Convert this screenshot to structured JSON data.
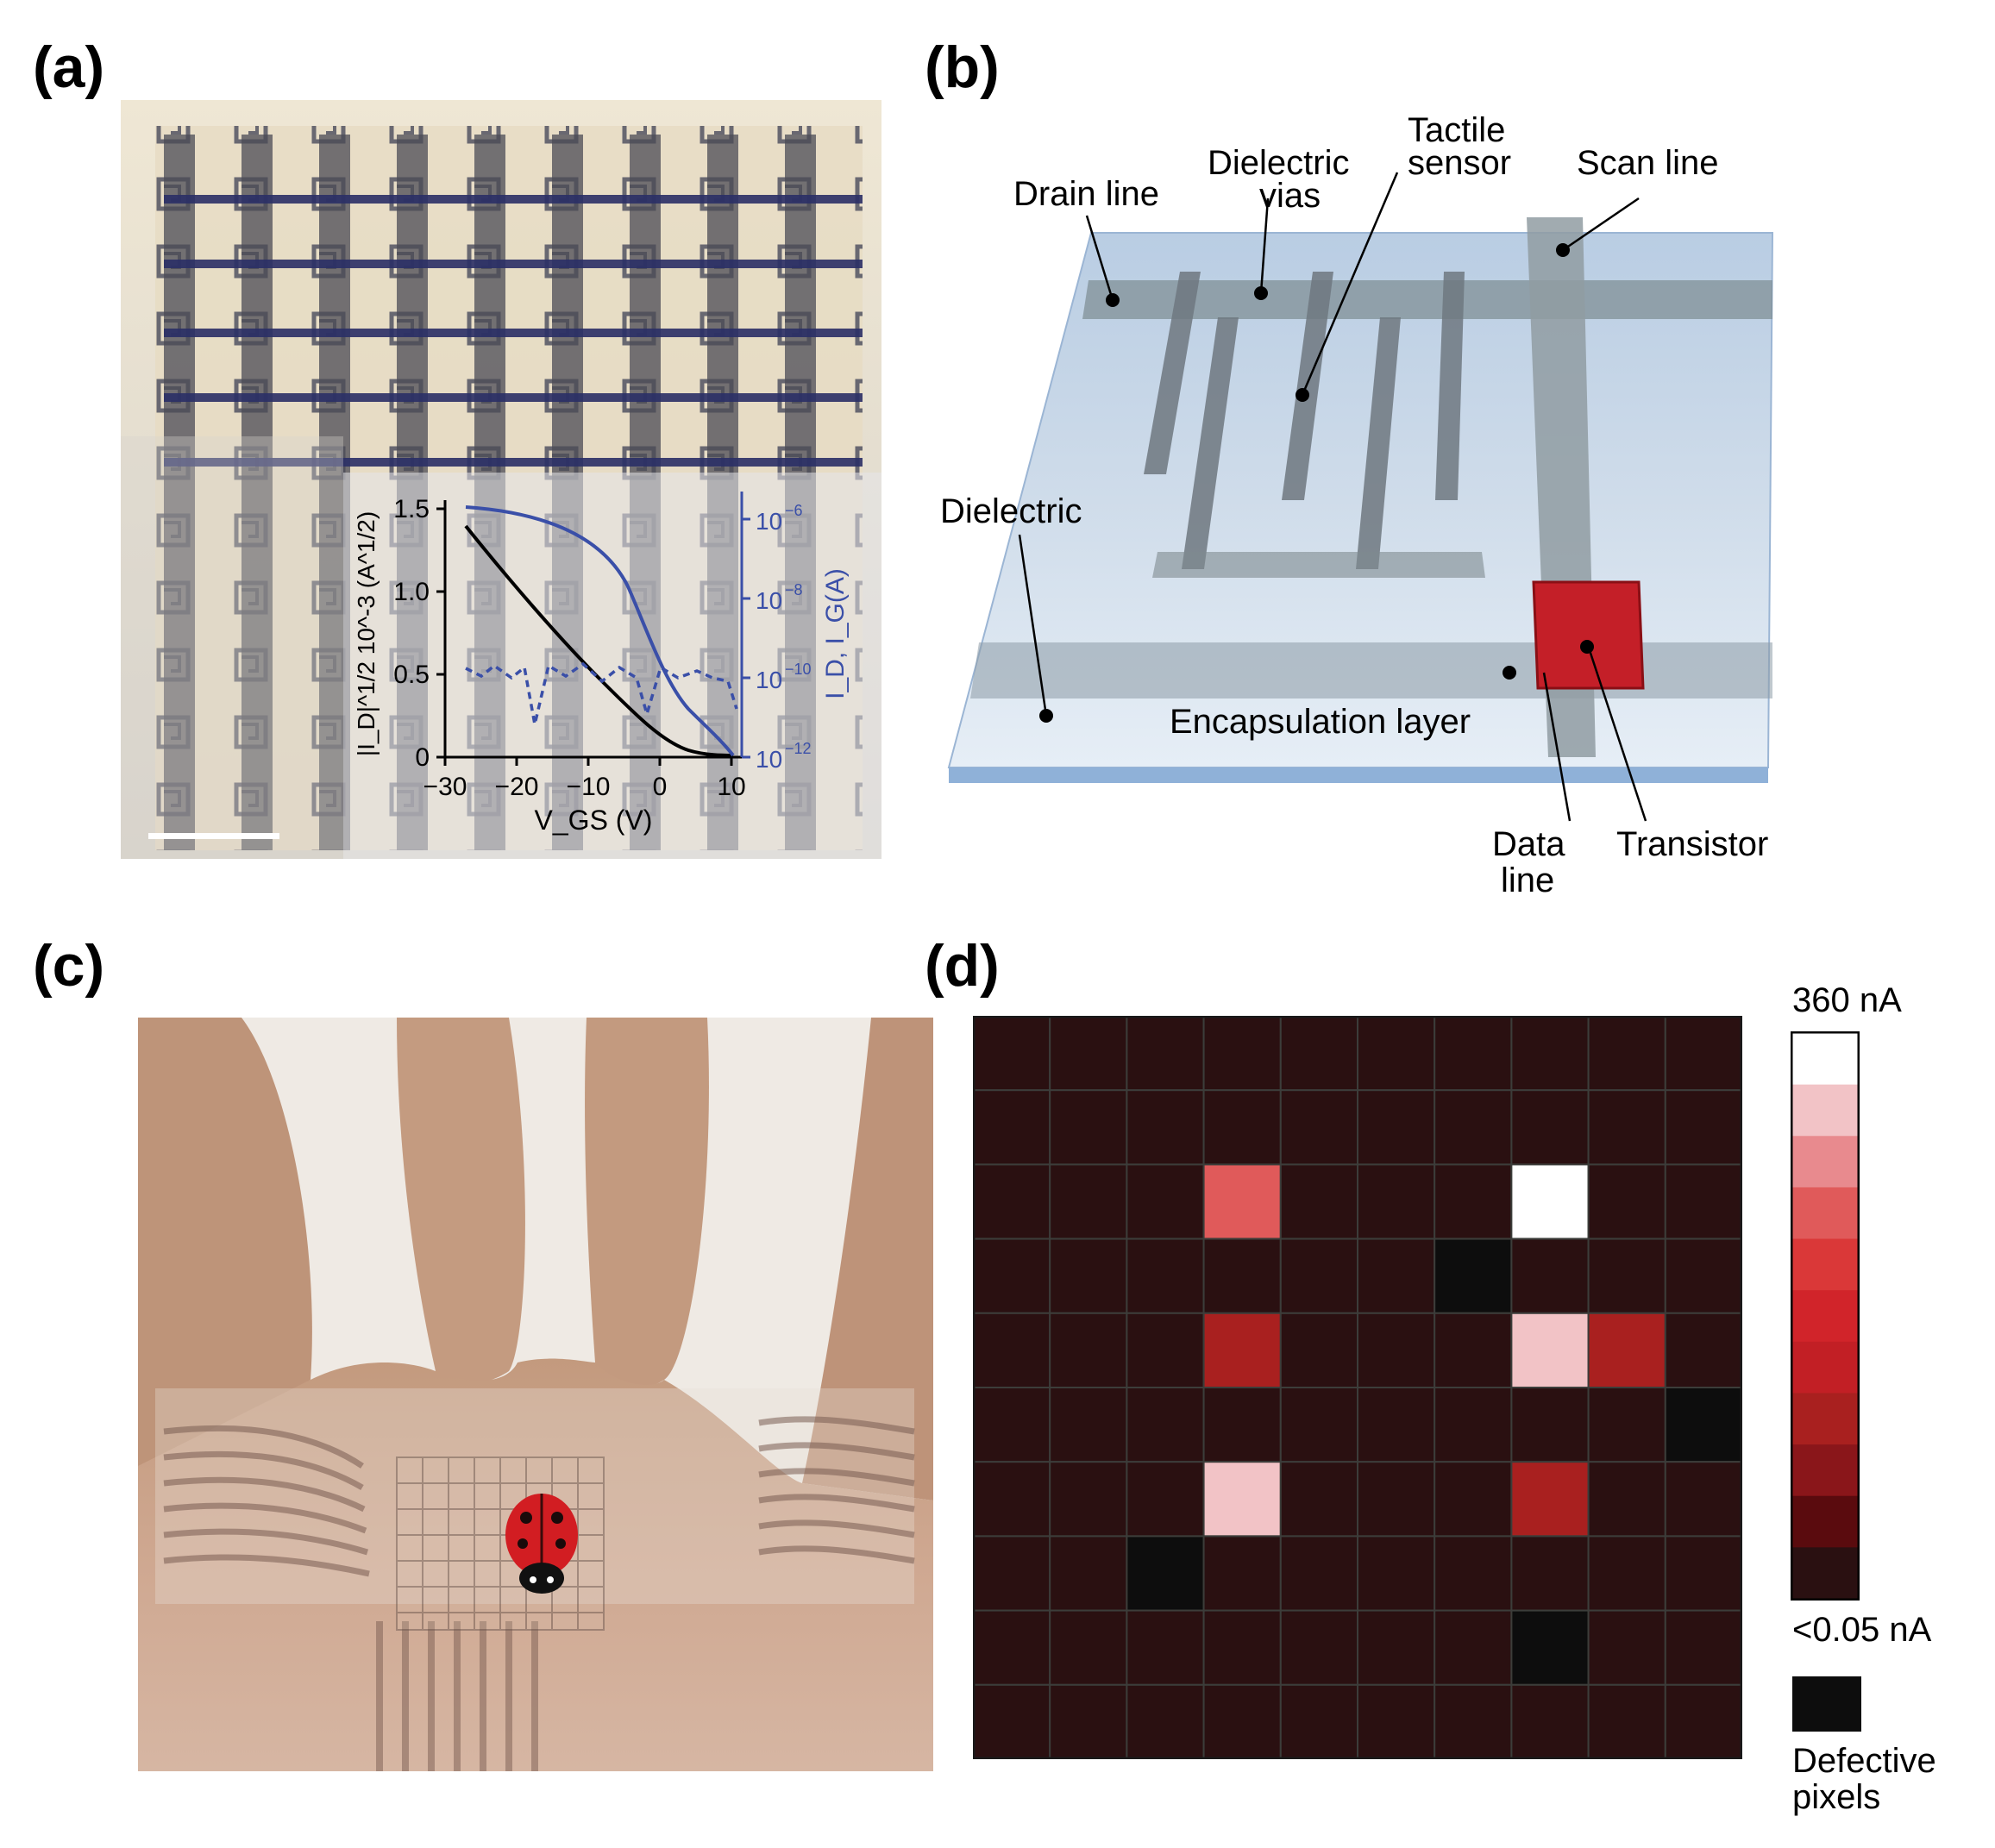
{
  "panels": {
    "a": {
      "label": "(a)",
      "inset_chart": {
        "ylabel_left": "|I_D|^1/2 10^-3 (A^1/2)",
        "ylabel_right": "I_D, I_G(A)",
        "xlabel": "V_GS (V)",
        "x_ticks": [
          "−30",
          "−20",
          "−10",
          "0",
          "10"
        ],
        "y_left_ticks": [
          "0",
          "0.5",
          "1.0",
          "1.5"
        ],
        "y_right_ticks": [
          "10",
          "10",
          "10",
          "10"
        ],
        "y_right_exponents": [
          "−12",
          "−10",
          "−8",
          "−6"
        ]
      }
    },
    "b": {
      "label": "(b)",
      "callouts": {
        "drain_line": "Drain line",
        "dielectric_vias_1": "Dielectric",
        "dielectric_vias_2": "vias",
        "tactile_1": "Tactile",
        "tactile_2": "sensor",
        "scan_line": "Scan line",
        "dielectric": "Dielectric",
        "encapsulation": "Encapsulation layer",
        "data_line_1": "Data",
        "data_line_2": "line",
        "transistor": "Transistor"
      }
    },
    "c": {
      "label": "(c)"
    },
    "d": {
      "label": "(d)",
      "colorbar_max": "360 nA",
      "colorbar_min": "<0.05 nA",
      "defective_1": "Defective",
      "defective_2": "pixels"
    }
  },
  "chart_data": {
    "type": "heatmap",
    "rows": 10,
    "cols": 10,
    "colorscale": [
      "#2a1011",
      "#5a0b0e",
      "#8a161a",
      "#a9201f",
      "#c21f25",
      "#d1242a",
      "#da3838",
      "#e05a5a",
      "#e88a8e",
      "#f2c3c6",
      "#ffffff"
    ],
    "colorbar_range": [
      "<0.05 nA",
      "360 nA"
    ],
    "cells": [
      {
        "row": 2,
        "col": 3,
        "level": 7
      },
      {
        "row": 2,
        "col": 7,
        "level": 10
      },
      {
        "row": 3,
        "col": 6,
        "level": -1
      },
      {
        "row": 4,
        "col": 3,
        "level": 3
      },
      {
        "row": 4,
        "col": 7,
        "level": 9
      },
      {
        "row": 4,
        "col": 8,
        "level": 3
      },
      {
        "row": 5,
        "col": 9,
        "level": -1
      },
      {
        "row": 6,
        "col": 3,
        "level": 9
      },
      {
        "row": 6,
        "col": 7,
        "level": 3
      },
      {
        "row": 7,
        "col": 2,
        "level": -1
      },
      {
        "row": 8,
        "col": 7,
        "level": -1
      }
    ],
    "background_level": 0,
    "defective_color": "#0d0d0d"
  }
}
